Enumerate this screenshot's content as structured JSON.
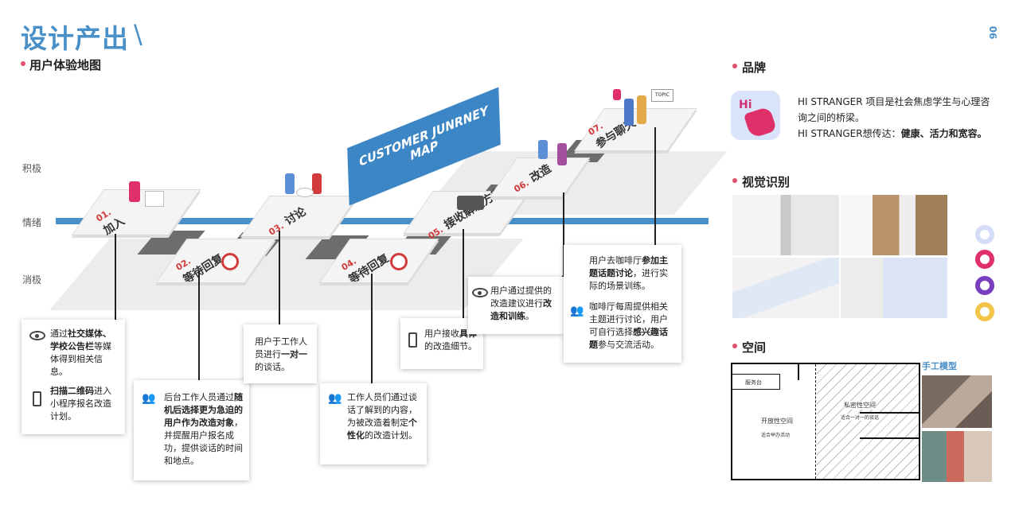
{
  "header": {
    "title": "设计产出",
    "slash": "\\",
    "page_number": "06"
  },
  "journey": {
    "section_title": "用户体验地图",
    "banner": "CUSTOMER JUNRNEY MAP",
    "axis": {
      "positive": "积极",
      "neutral": "情绪",
      "negative": "消极"
    },
    "stages": [
      {
        "num": "01.",
        "name": "加入"
      },
      {
        "num": "02.",
        "name": "等待回复"
      },
      {
        "num": "03.",
        "name": "讨论"
      },
      {
        "num": "04.",
        "name": "等待回复"
      },
      {
        "num": "05.",
        "name": "接收解决方案"
      },
      {
        "num": "06.",
        "name": "改造"
      },
      {
        "num": "07.",
        "name": "参与聊天"
      }
    ],
    "topic_sign": "TOPIC",
    "cards": {
      "c1": {
        "p1a": "通过",
        "p1b": "社交媒体、学校公告栏",
        "p1c": "等媒体得到相关信息。",
        "p2a": "扫描二维码",
        "p2b": "进入小程序报名改造计划。"
      },
      "c2": {
        "a": "后台工作人员通过",
        "b": "随机后选择更为急迫的用户作为改造对象",
        "c": "，并提醒用户报名成功，提供谈话的时间和地点。"
      },
      "c3": {
        "a": "用户于工作人员进行",
        "b": "一对一",
        "c": "的谈话。"
      },
      "c4": {
        "a": "工作人员们通过谈话了解到的内容，为被改造着制定",
        "b": "个性化",
        "c": "的改造计划。"
      },
      "c5": {
        "a": "用户接收",
        "b": "具体",
        "c": "的改造细节。"
      },
      "c6": {
        "a": "用户通过提供的改造建议进行",
        "b": "改造和训练",
        "c": "。"
      },
      "c7": {
        "p1a": "用户去咖啡厅",
        "p1b": "参加主题话题讨论",
        "p1c": "，进行实际的场景训练。",
        "p2a": "咖啡厅每周提供相关主题进行讨论，用户可自行选择",
        "p2b": "感兴趣话题",
        "p2c": "参与交流活动。"
      }
    }
  },
  "brand": {
    "section_title": "品牌",
    "logo_text": "Hi",
    "line1": "HI STRANGER 项目是社会焦虑学生与心理咨询之间的桥梁。",
    "line2a": "HI STRANGER想传达：",
    "line2b": "健康、活力和宽容。"
  },
  "visual": {
    "section_title": "视觉识别",
    "swatches": [
      "#d4dcf8",
      "#e0306a",
      "#7a3fbf",
      "#f2c44a"
    ]
  },
  "space": {
    "section_title": "空间",
    "reception": "服务台",
    "open_area": "开放性空间",
    "open_sub": "适合举办活动",
    "private_area": "私密性空间",
    "private_sub": "适合一对一的谈话",
    "handmade_label": "手工模型"
  },
  "colors": {
    "accent": "#4a90c8",
    "brand_pink": "#e0306a",
    "stage_red": "#d33b3b"
  }
}
